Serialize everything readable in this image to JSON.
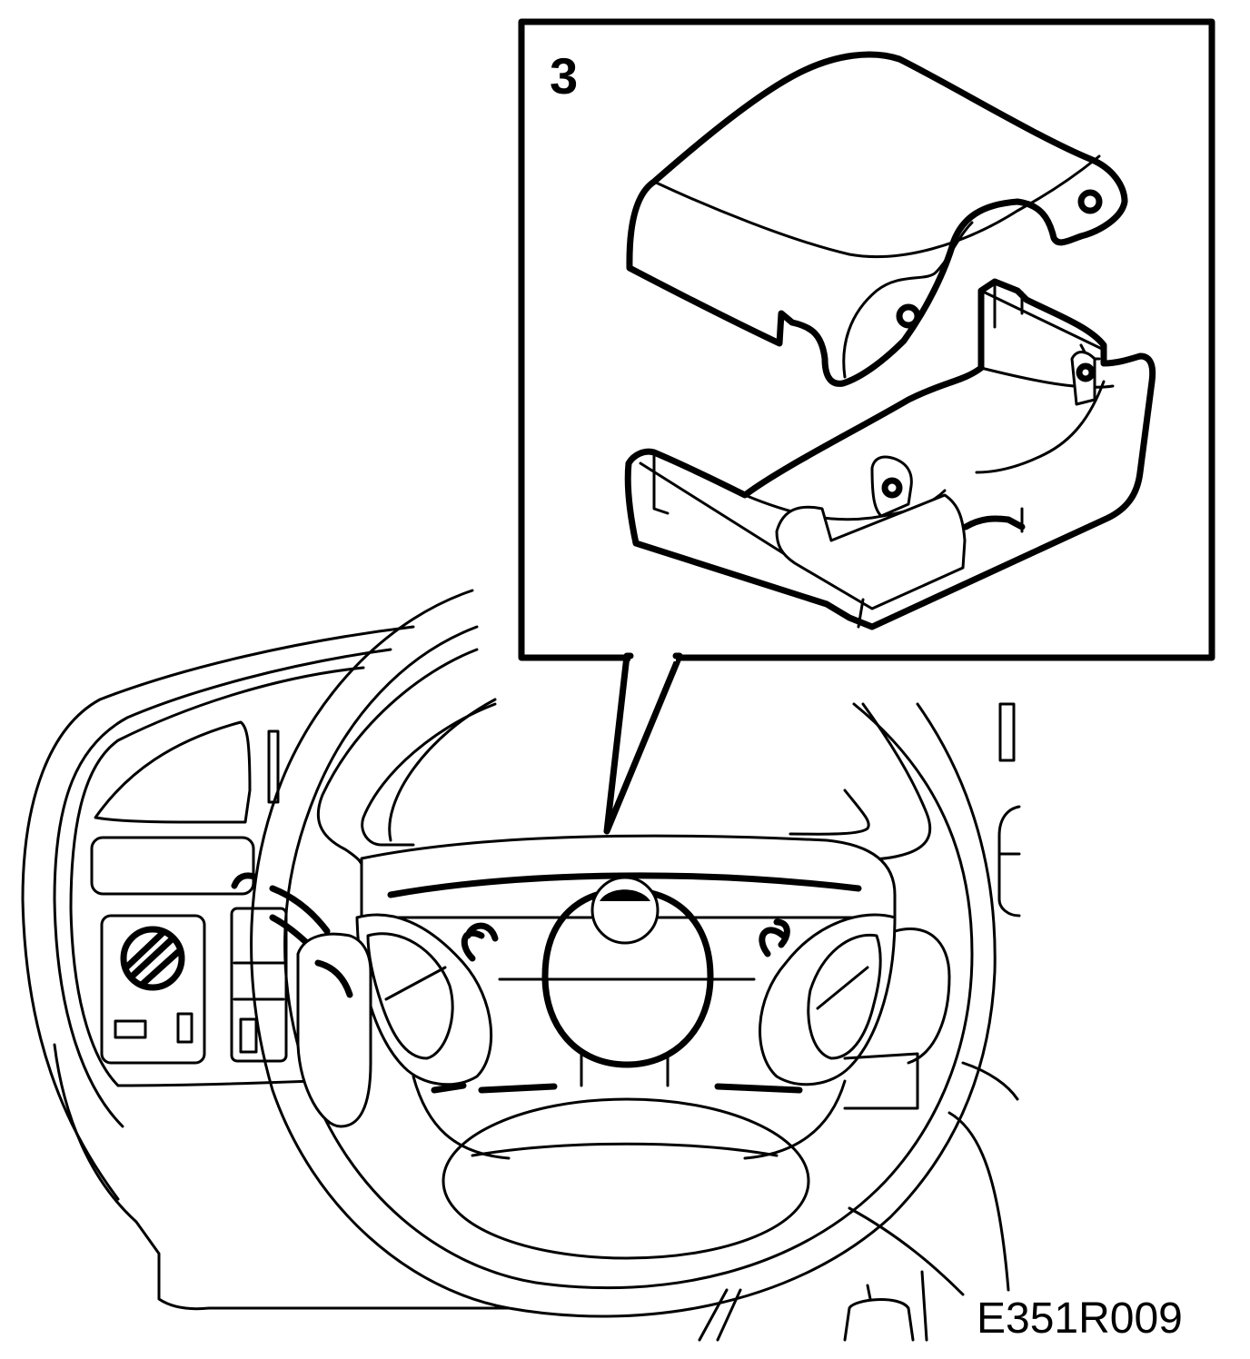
{
  "callout": {
    "number": "3"
  },
  "figure": {
    "id": "E351R009"
  },
  "parts": {
    "upper_cover": "steering-column-upper-cover",
    "lower_cover": "steering-column-lower-cover",
    "steering_wheel": "steering-wheel",
    "dashboard": "dashboard"
  }
}
